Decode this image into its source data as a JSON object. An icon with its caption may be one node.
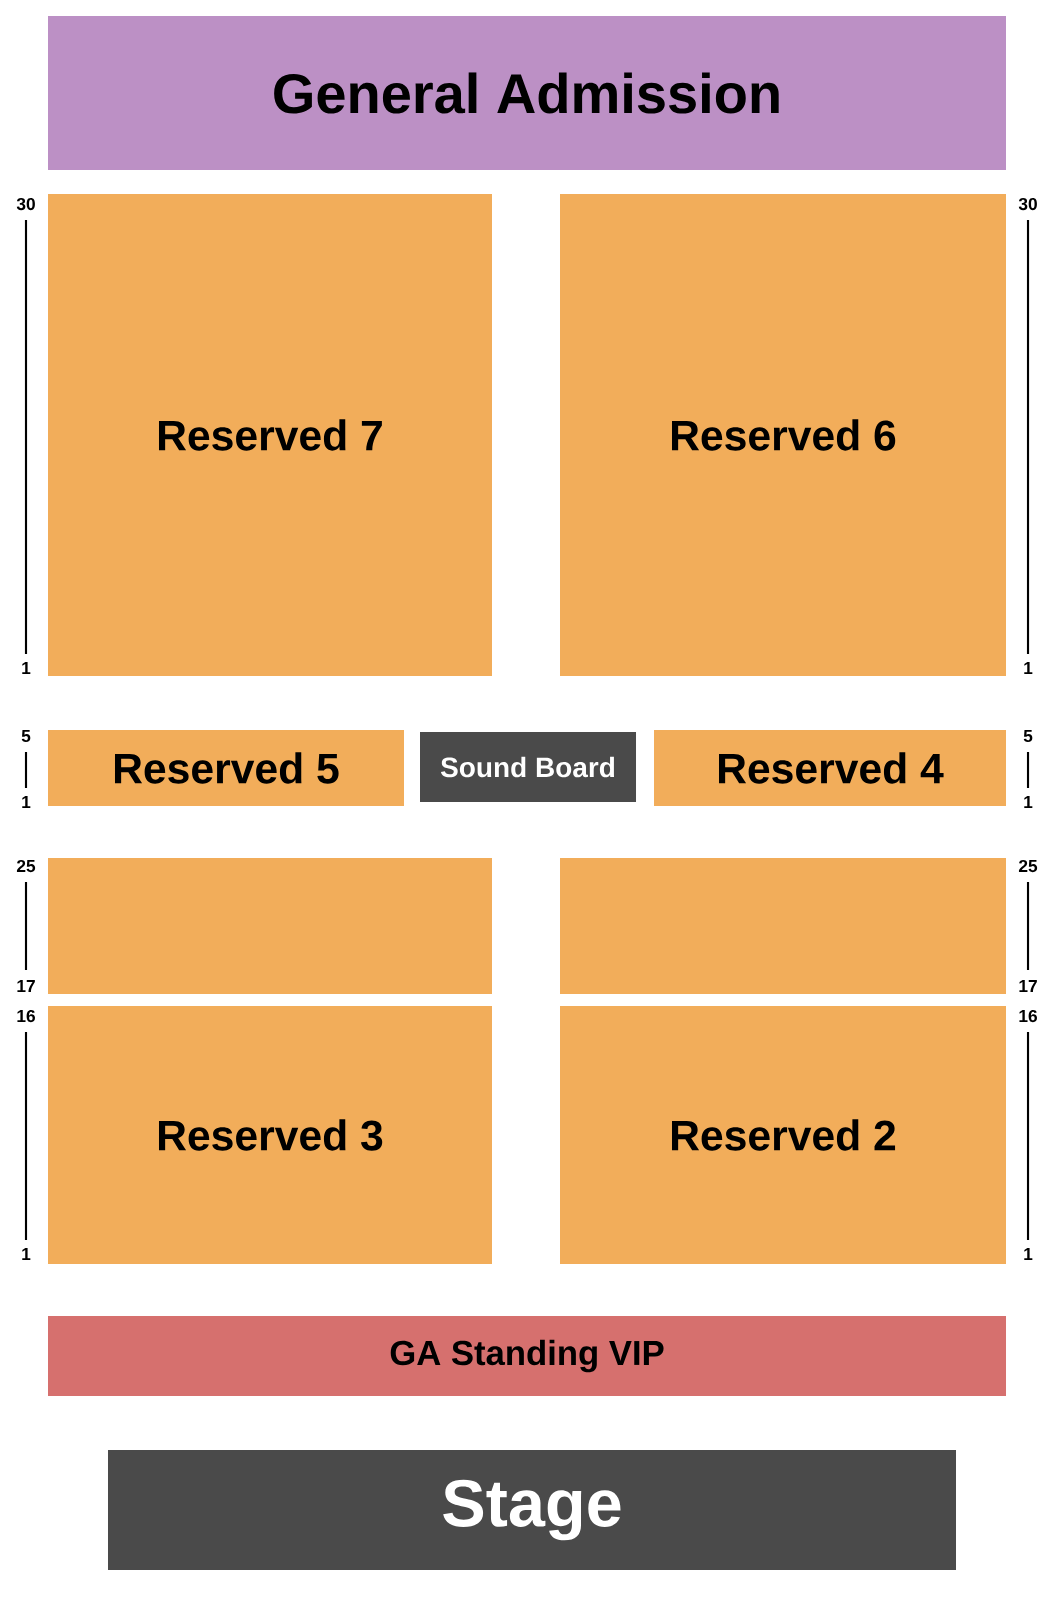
{
  "diagram": {
    "nodes": [
      {
        "text": [
          "General Admission"
        ]
      },
      {
        "text": [
          "Reserved 7"
        ]
      },
      {
        "text": [
          "Reserved 6"
        ]
      },
      {
        "text": [
          "Reserved 5"
        ]
      },
      {
        "text": [
          "Sound Board"
        ]
      },
      {
        "text": [
          "Reserved 4"
        ]
      },
      {
        "text": [],
        "shape": "box"
      },
      {
        "text": [],
        "shape": "box"
      },
      {
        "text": [
          "Reserved 3"
        ]
      },
      {
        "text": [
          "Reserved 2"
        ]
      },
      {
        "text": [
          "GA Standing VIP"
        ]
      },
      {
        "text": [
          "Stage"
        ]
      }
    ],
    "labels": [
      "30",
      "30",
      "1",
      "1",
      "5",
      "5",
      "1",
      "1",
      "25",
      "25",
      "17",
      "17",
      "16",
      "16",
      "1",
      "1"
    ]
  }
}
